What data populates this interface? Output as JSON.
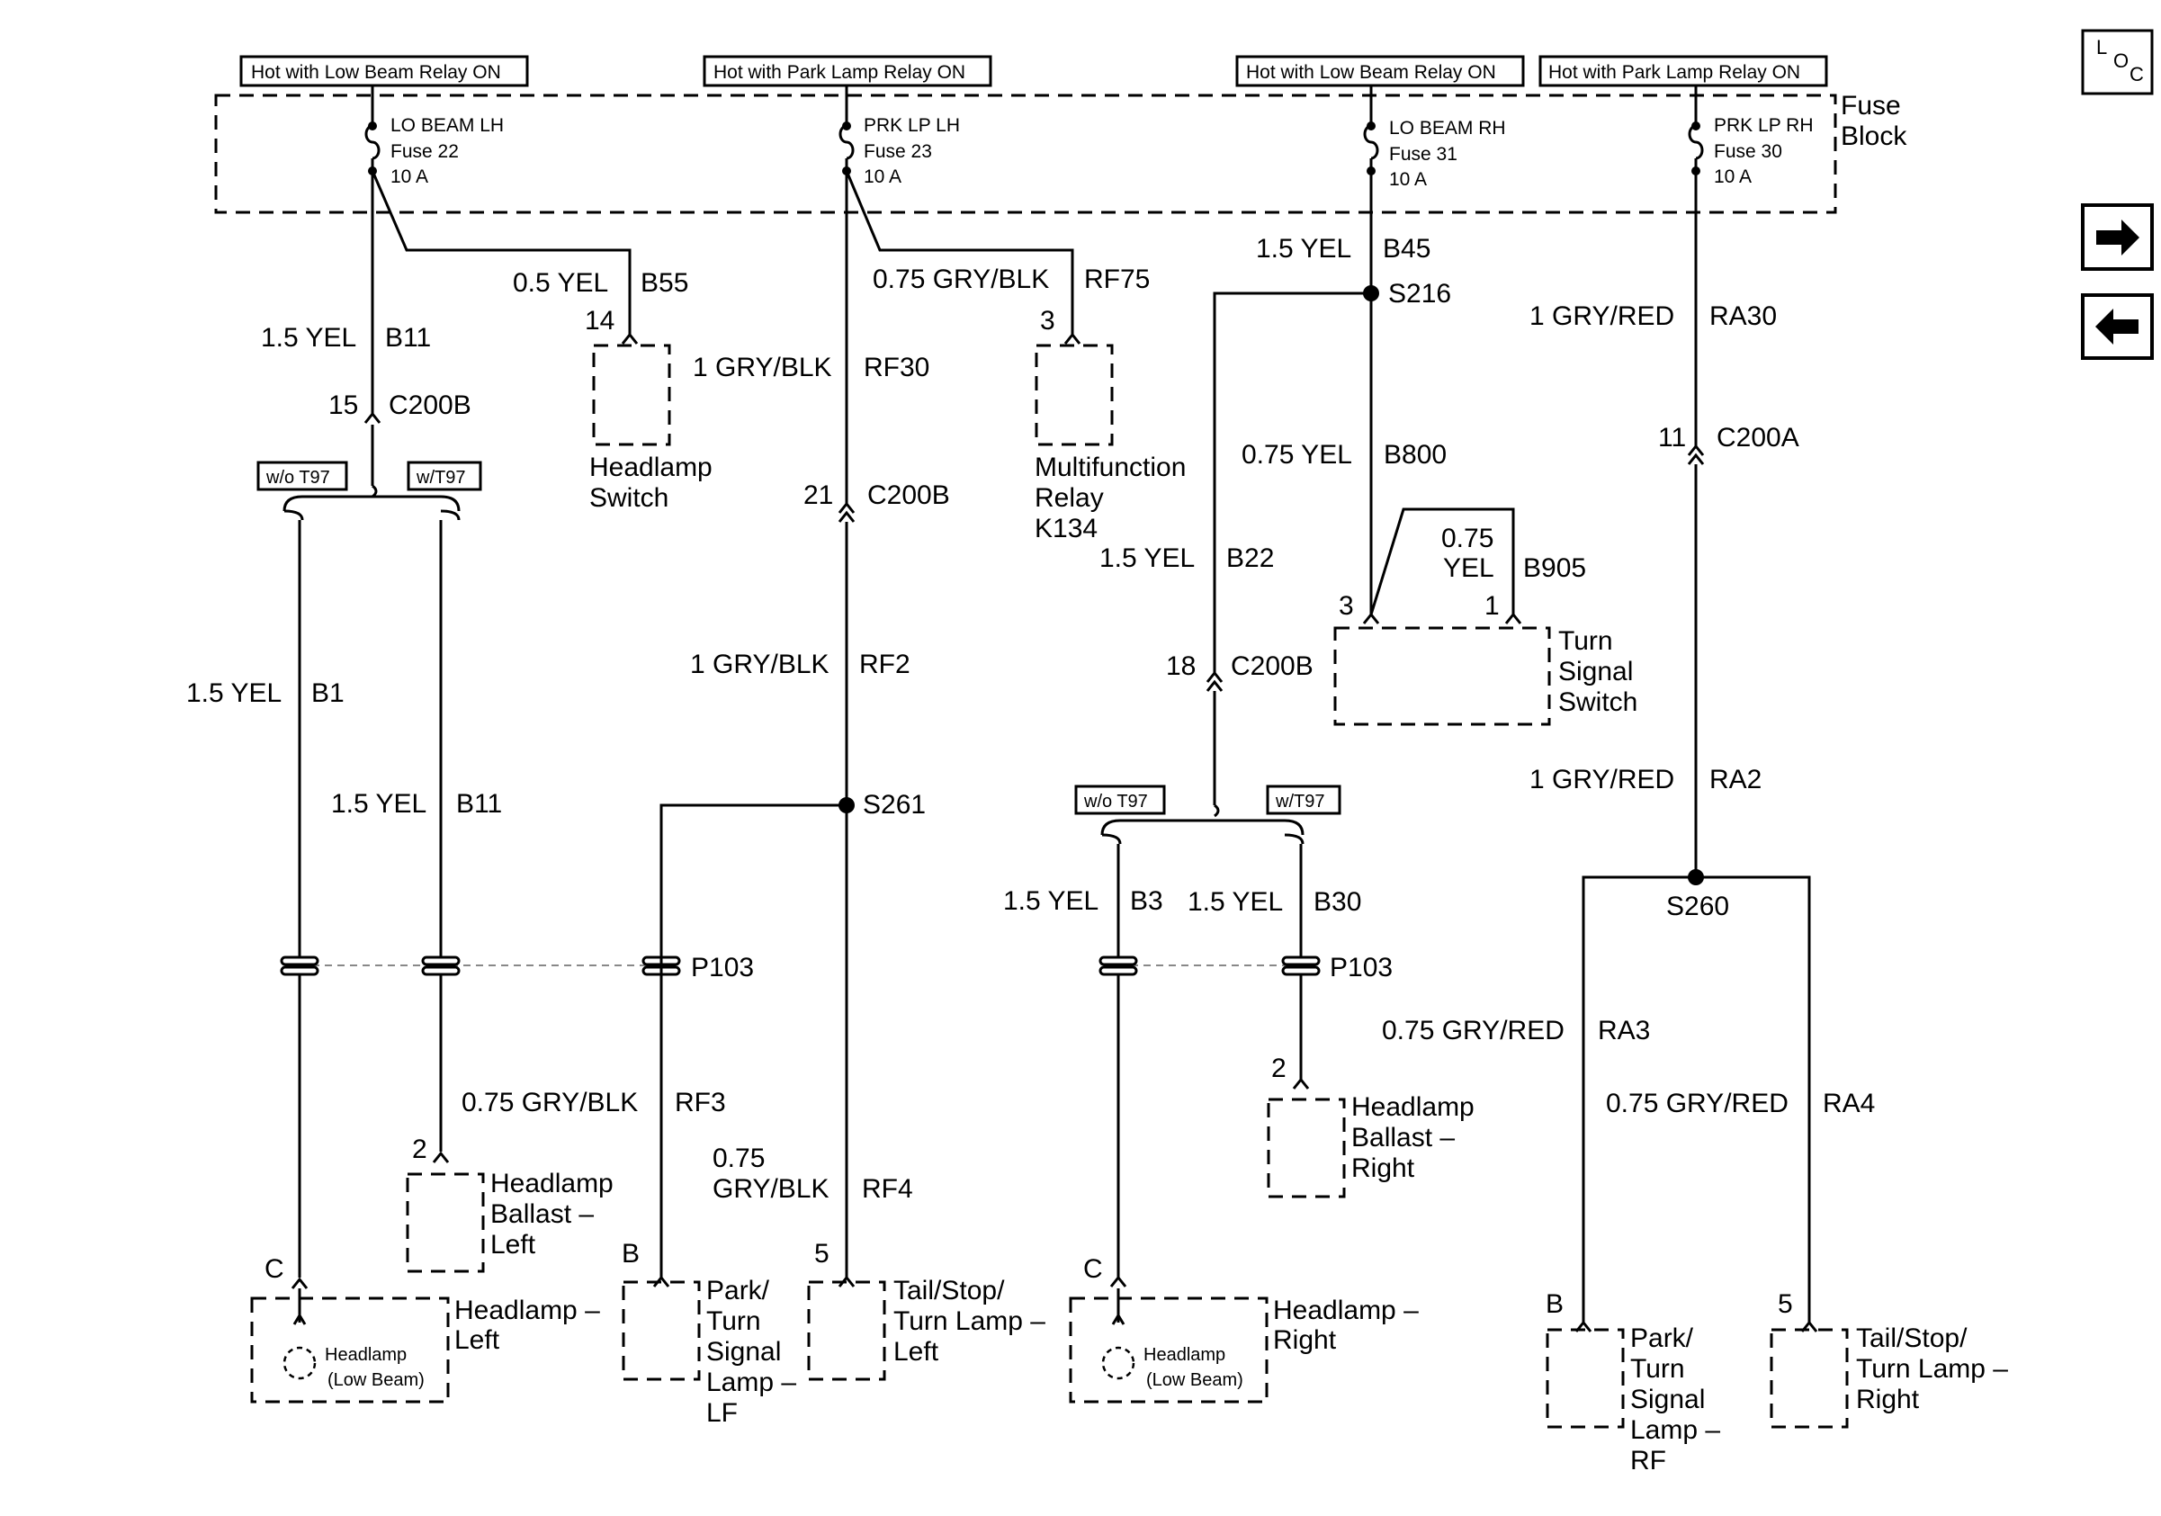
{
  "relays": {
    "lo_lh": "Hot with Low Beam Relay ON",
    "park_lh": "Hot with Park Lamp Relay ON",
    "lo_rh": "Hot with Low Beam Relay ON",
    "park_rh": "Hot with Park Lamp Relay ON"
  },
  "fuse_block": {
    "line1": "Fuse",
    "line2": "Block"
  },
  "fuses": {
    "f22": {
      "name": "LO BEAM LH",
      "number": "Fuse 22",
      "rating": "10 A"
    },
    "f23": {
      "name": "PRK LP LH",
      "number": "Fuse 23",
      "rating": "10 A"
    },
    "f31": {
      "name": "LO BEAM RH",
      "number": "Fuse 31",
      "rating": "10 A"
    },
    "f30": {
      "name": "PRK LP RH",
      "number": "Fuse 30",
      "rating": "10 A"
    }
  },
  "nav": {
    "loc_l": "L",
    "loc_o": "O",
    "loc_c": "C",
    "forward": "→",
    "back": "←"
  },
  "wires": {
    "b55": {
      "size": "0.5 YEL",
      "circuit": "B55"
    },
    "b11_top": {
      "size": "1.5 YEL",
      "circuit": "B11"
    },
    "rf75": {
      "size": "0.75 GRY/BLK",
      "circuit": "RF75"
    },
    "rf30": {
      "size": "1 GRY/BLK",
      "circuit": "RF30"
    },
    "b45": {
      "size": "1.5 YEL",
      "circuit": "B45"
    },
    "ra30": {
      "size": "1 GRY/RED",
      "circuit": "RA30"
    },
    "b800": {
      "size": "0.75 YEL",
      "circuit": "B800"
    },
    "b905": {
      "size_l1": "0.75",
      "size_l2": "YEL",
      "circuit": "B905"
    },
    "b22": {
      "size": "1.5 YEL",
      "circuit": "B22"
    },
    "b1": {
      "size": "1.5 YEL",
      "circuit": "B1"
    },
    "b11": {
      "size": "1.5 YEL",
      "circuit": "B11"
    },
    "rf2": {
      "size": "1 GRY/BLK",
      "circuit": "RF2"
    },
    "ra2": {
      "size": "1 GRY/RED",
      "circuit": "RA2"
    },
    "b3": {
      "size": "1.5 YEL",
      "circuit": "B3"
    },
    "b30": {
      "size": "1.5 YEL",
      "circuit": "B30"
    },
    "ra3": {
      "size": "0.75 GRY/RED",
      "circuit": "RA3"
    },
    "ra4": {
      "size": "0.75 GRY/RED",
      "circuit": "RA4"
    },
    "rf3": {
      "size": "0.75 GRY/BLK",
      "circuit": "RF3"
    },
    "rf4": {
      "size_l1": "0.75",
      "size_l2": "GRY/BLK",
      "circuit": "RF4"
    }
  },
  "connectors": {
    "c200b_15": {
      "pin": "15",
      "name": "C200B"
    },
    "c200b_21": {
      "pin": "21",
      "name": "C200B"
    },
    "c200b_18": {
      "pin": "18",
      "name": "C200B"
    },
    "c200a_11": {
      "pin": "11",
      "name": "C200A"
    },
    "p103_left": "P103",
    "p103_right": "P103"
  },
  "splices": {
    "s216": "S216",
    "s261": "S261",
    "s260": "S260"
  },
  "options": {
    "wo_t97_left": "w/o T97",
    "w_t97_left": "w/T97",
    "wo_t97_right": "w/o T97",
    "w_t97_right": "w/T97"
  },
  "components": {
    "headlamp_switch": {
      "pin": "14",
      "line1": "Headlamp",
      "line2": "Switch"
    },
    "multifunction_relay": {
      "pin": "3",
      "line1": "Multifunction",
      "line2": "Relay",
      "line3": "K134"
    },
    "turn_signal_switch": {
      "pin_a": "3",
      "pin_b": "1",
      "line1": "Turn",
      "line2": "Signal",
      "line3": "Switch"
    },
    "ballast_left": {
      "pin": "2",
      "line1": "Headlamp",
      "line2": "Ballast –",
      "line3": "Left"
    },
    "ballast_right": {
      "pin": "2",
      "line1": "Headlamp",
      "line2": "Ballast –",
      "line3": "Right"
    },
    "headlamp_left": {
      "pin": "C",
      "line1": "Headlamp –",
      "line2": "Left",
      "inner1": "Headlamp",
      "inner2": "(Low Beam)"
    },
    "headlamp_right": {
      "pin": "C",
      "line1": "Headlamp –",
      "line2": "Right",
      "inner1": "Headlamp",
      "inner2": "(Low Beam)"
    },
    "park_turn_lf": {
      "pin": "B",
      "line1": "Park/",
      "line2": "Turn",
      "line3": "Signal",
      "line4": "Lamp –",
      "line5": "LF"
    },
    "tail_left": {
      "pin": "5",
      "line1": "Tail/Stop/",
      "line2": "Turn Lamp –",
      "line3": "Left"
    },
    "park_turn_rf": {
      "pin": "B",
      "line1": "Park/",
      "line2": "Turn",
      "line3": "Signal",
      "line4": "Lamp –",
      "line5": "RF"
    },
    "tail_right": {
      "pin": "5",
      "line1": "Tail/Stop/",
      "line2": "Turn Lamp –",
      "line3": "Right"
    }
  }
}
